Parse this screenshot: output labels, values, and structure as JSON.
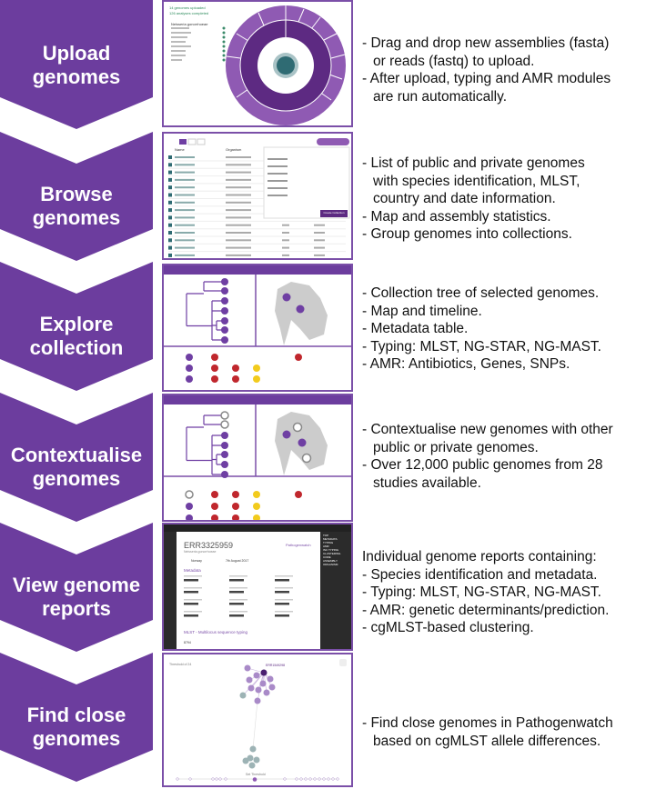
{
  "colors": {
    "arrow": "#6c3d9e",
    "panel_border": "#7b4fa8",
    "purple_node": "#6f3fa3",
    "red": "#c0272d",
    "yellow": "#f2cb1d",
    "map": "#cccccc",
    "teal": "#2f6b73"
  },
  "steps": [
    {
      "label": [
        "Upload",
        "genomes"
      ],
      "desc": [
        [
          "- Drag and drop new assemblies (fasta)",
          " or reads (fastq) to upload."
        ],
        [
          "- After upload, typing and AMR modules",
          " are run automatically."
        ]
      ]
    },
    {
      "label": [
        "Browse",
        "genomes"
      ],
      "desc": [
        [
          "- List of public and private genomes",
          " with species identification, MLST,",
          " country and date information."
        ],
        [
          "- Map and assembly statistics."
        ],
        [
          "- Group genomes into collections."
        ]
      ]
    },
    {
      "label": [
        "Explore",
        "collection"
      ],
      "desc": [
        [
          "- Collection tree of selected genomes."
        ],
        [
          "- Map and timeline."
        ],
        [
          "- Metadata table."
        ],
        [
          "- Typing: MLST, NG-STAR, NG-MAST."
        ],
        [
          "- AMR: Antibiotics, Genes, SNPs."
        ]
      ]
    },
    {
      "label": [
        "Contextualise",
        "genomes"
      ],
      "desc": [
        [
          "- Contextualise new genomes with other",
          " public or private genomes."
        ],
        [
          "- Over 12,000 public genomes from 28",
          " studies available."
        ]
      ]
    },
    {
      "label": [
        "View genome",
        "reports"
      ],
      "desc": [
        [
          "Individual genome reports containing:"
        ],
        [
          "- Species identification and metadata."
        ],
        [
          "- Typing: MLST, NG-STAR, NG-MAST."
        ],
        [
          "- AMR: genetic determinants/prediction."
        ],
        [
          "- cgMLST-based clustering."
        ]
      ]
    },
    {
      "label": [
        "Find close",
        "genomes"
      ],
      "desc": [
        [
          "- Find close genomes in Pathogenwatch",
          " based on cgMLST allele differences."
        ]
      ]
    }
  ],
  "upload_panel": {
    "status": [
      "14 genomes uploaded",
      "126 analyses completed"
    ],
    "species": "Neisseria gonorrhoeae",
    "count": "14"
  },
  "browse_panel": {
    "col_name": "Name",
    "col_organism": "Organism",
    "organism": "Neisseria gonorrhoeae",
    "create": "Create Collection",
    "st": "7827",
    "access": "Public"
  },
  "report_panel": {
    "id": "ERR3325959",
    "species": "Neisseria gonorrhoeae",
    "brand": "Pathogenwatch",
    "section": "Metadata",
    "mlst": "MLST - Multilocus sequence typing",
    "country": "Norway",
    "date": "7th August 2017",
    "st": "8794",
    "nav": [
      "TOP",
      "METADATA",
      "TYPING",
      "AMR",
      "INC TYPING",
      "CLUSTERING",
      "CORE",
      "ASSEMBLY",
      "ORGANISM"
    ]
  },
  "cluster_panel": {
    "threshold": "Threshold of 24",
    "genome": "ERR1549298",
    "set": "Set Threshold"
  }
}
